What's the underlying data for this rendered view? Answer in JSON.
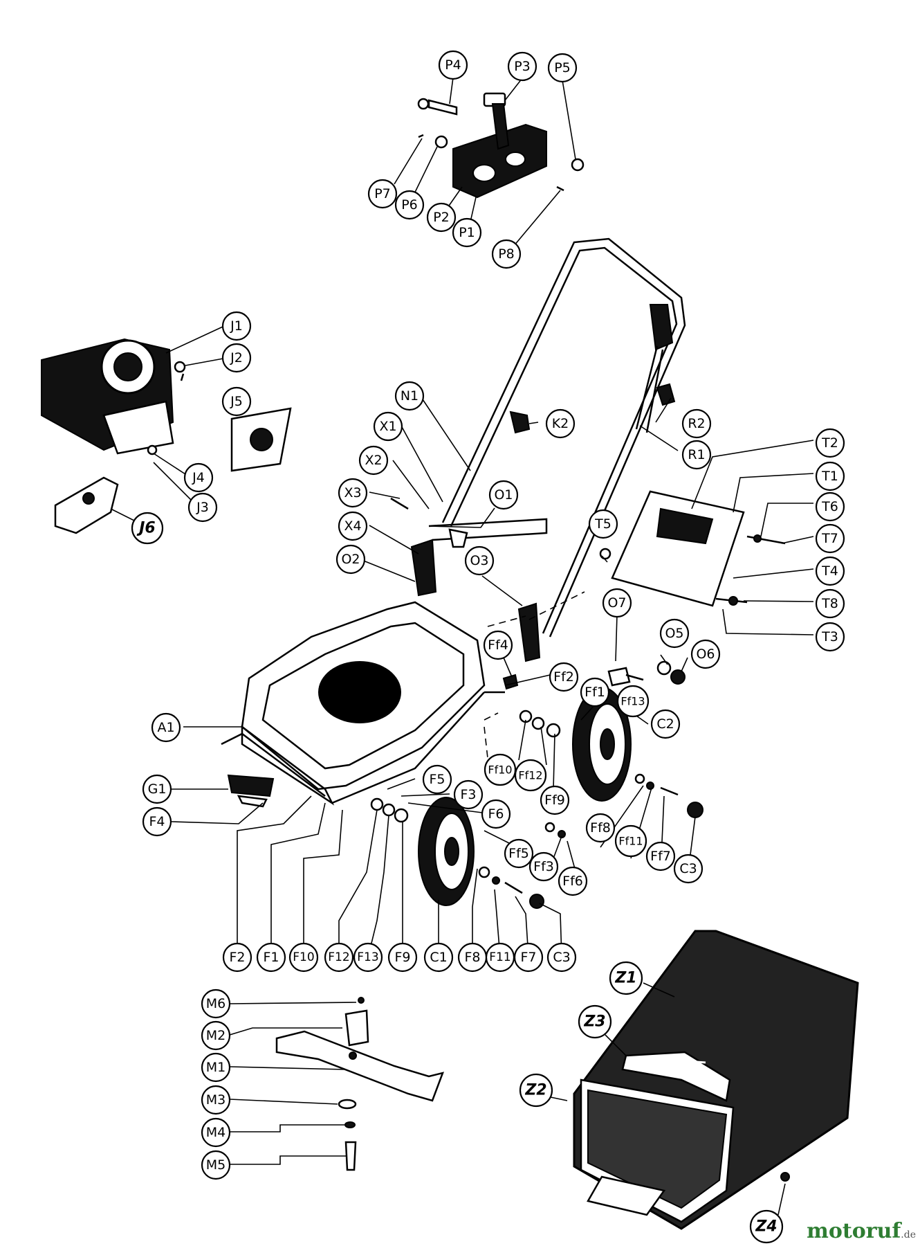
{
  "watermark": {
    "name": "motoruf",
    "tld": ".de"
  },
  "labels": {
    "P4": "P4",
    "P3": "P3",
    "P5": "P5",
    "P7": "P7",
    "P6": "P6",
    "P2": "P2",
    "P1": "P1",
    "P8": "P8",
    "J1": "J1",
    "J2": "J2",
    "J5": "J5",
    "J4": "J4",
    "J3": "J3",
    "J6": "J6",
    "N1": "N1",
    "X1": "X1",
    "X2": "X2",
    "X3": "X3",
    "X4": "X4",
    "K2": "K2",
    "R2": "R2",
    "R1": "R1",
    "T2": "T2",
    "T1": "T1",
    "T6": "T6",
    "T7": "T7",
    "T5": "T5",
    "T4": "T4",
    "T8": "T8",
    "T3": "T3",
    "O1": "O1",
    "O2": "O2",
    "O3": "O3",
    "O7": "O7",
    "O5": "O5",
    "O6": "O6",
    "Ff4": "Ff4",
    "Ff2": "Ff2",
    "Ff1": "Ff1",
    "Ff13": "Ff13",
    "C2": "C2",
    "Ff10": "Ff10",
    "Ff12": "Ff12",
    "Ff9": "Ff9",
    "A1": "A1",
    "G1": "G1",
    "F4": "F4",
    "F5": "F5",
    "F3": "F3",
    "F6": "F6",
    "Ff8": "Ff8",
    "Ff11": "Ff11",
    "Ff7": "Ff7",
    "C3a": "C3",
    "Ff5": "Ff5",
    "Ff3": "Ff3",
    "Ff6": "Ff6",
    "F2": "F2",
    "F1": "F1",
    "F10": "F10",
    "F12": "F12",
    "F13": "F13",
    "F9": "F9",
    "C1": "C1",
    "F8": "F8",
    "F11": "F11",
    "F7": "F7",
    "C3b": "C3",
    "M6": "M6",
    "M2": "M2",
    "M1": "M1",
    "M3": "M3",
    "M4": "M4",
    "M5": "M5",
    "Z1": "Z1",
    "Z3": "Z3",
    "Z2": "Z2",
    "Z4": "Z4"
  }
}
